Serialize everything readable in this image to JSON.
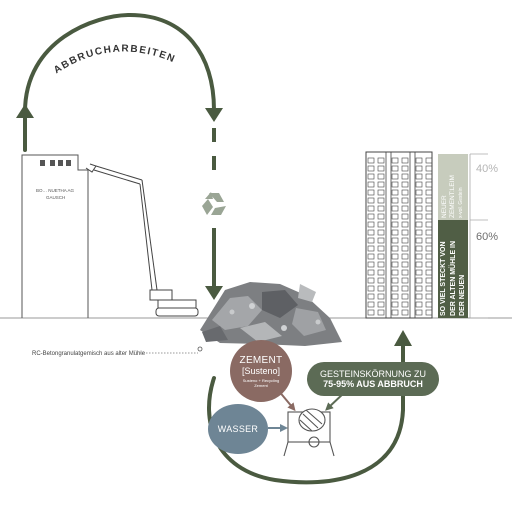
{
  "arc_top_label": "ABBRUCHARBEITEN",
  "building_left": {
    "sign_line1": "BO… NUETHA AG",
    "sign_line2": "GAUSCH"
  },
  "source_label": "RC-Betongranulatgemisch aus alter Mühle",
  "zement": {
    "title": "ZEMENT",
    "subtitle": "[Susteno]",
    "small": "Susteno + Recycling Zement"
  },
  "wasser": {
    "label": "WASSER"
  },
  "gestein": {
    "line1": "GESTEINSKÖRNUNG ZU",
    "line2": "75-95% AUS ABBRUCH"
  },
  "bar_new": {
    "line1": "NEUER",
    "line2": "ZEMENT:LEIM",
    "line3": "x-vol. Gestein",
    "percent": "40%"
  },
  "bar_old": {
    "line1": "SO VIEL STECKT VON",
    "line2": "DER ALTEN MÜHLE IN",
    "line3": "DER NEUEN",
    "percent": "60%"
  },
  "colors": {
    "cycle_green": "#4a5a40",
    "zement_red": "#8a6a63",
    "wasser_blue": "#6e8595",
    "gestein_green": "#5c6b55",
    "bar_light": "#c7ccbd",
    "bar_dark": "#505e45",
    "line_gray": "#8a8a8a"
  },
  "icons": [
    "recycle-icon",
    "excavator-icon",
    "mixer-icon",
    "rubble-pile"
  ]
}
